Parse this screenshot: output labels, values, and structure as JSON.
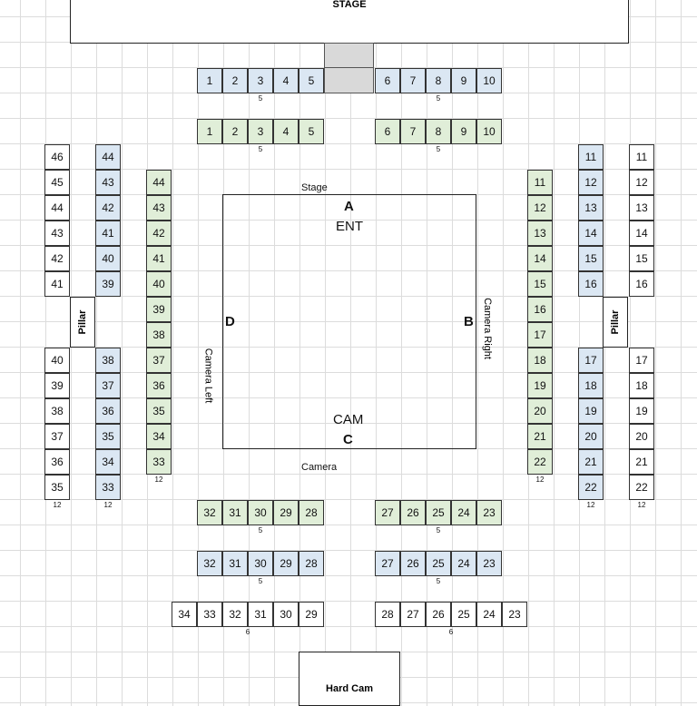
{
  "stage": {
    "label": "STAGE"
  },
  "hard_cam": {
    "label": "Hard Cam"
  },
  "floor": {
    "stage_label": "Stage",
    "camera_label": "Camera",
    "camera_left_label": "Camera Left",
    "camera_right_label": "Camera Right",
    "a": "A",
    "b": "B",
    "c": "C",
    "d": "D",
    "ent": "ENT",
    "cam": "CAM"
  },
  "pillar_label": "Pillar",
  "colors": {
    "blue": "#dbe7f3",
    "green": "#e0eed8",
    "white": "#ffffff",
    "grid": "#dcdcdc"
  },
  "sections": {
    "top_blue_left": {
      "seats": [
        "1",
        "2",
        "3",
        "4",
        "5"
      ],
      "count": "5"
    },
    "top_blue_right": {
      "seats": [
        "6",
        "7",
        "8",
        "9",
        "10"
      ],
      "count": "5"
    },
    "top_green_left": {
      "seats": [
        "1",
        "2",
        "3",
        "4",
        "5"
      ],
      "count": "5"
    },
    "top_green_right": {
      "seats": [
        "6",
        "7",
        "8",
        "9",
        "10"
      ],
      "count": "5"
    },
    "left_white_upper": {
      "seats": [
        "46",
        "45",
        "44",
        "43",
        "42",
        "41"
      ]
    },
    "left_white_lower": {
      "seats": [
        "40",
        "39",
        "38",
        "37",
        "36",
        "35"
      ],
      "count": "12"
    },
    "left_blue_upper": {
      "seats": [
        "44",
        "43",
        "42",
        "41",
        "40",
        "39"
      ]
    },
    "left_blue_lower": {
      "seats": [
        "38",
        "37",
        "36",
        "35",
        "34",
        "33"
      ],
      "count": "12"
    },
    "left_green": {
      "seats": [
        "44",
        "43",
        "42",
        "41",
        "40",
        "39",
        "38",
        "37",
        "36",
        "35",
        "34",
        "33"
      ],
      "count": "12"
    },
    "right_green": {
      "seats": [
        "11",
        "12",
        "13",
        "14",
        "15",
        "16",
        "17",
        "18",
        "19",
        "20",
        "21",
        "22"
      ],
      "count": "12"
    },
    "right_blue_upper": {
      "seats": [
        "11",
        "12",
        "13",
        "14",
        "15",
        "16"
      ]
    },
    "right_blue_lower": {
      "seats": [
        "17",
        "18",
        "19",
        "20",
        "21",
        "22"
      ],
      "count": "12"
    },
    "right_white_upper": {
      "seats": [
        "11",
        "12",
        "13",
        "14",
        "15",
        "16"
      ]
    },
    "right_white_lower": {
      "seats": [
        "17",
        "18",
        "19",
        "20",
        "21",
        "22"
      ],
      "count": "12"
    },
    "bottom_green_left": {
      "seats": [
        "32",
        "31",
        "30",
        "29",
        "28"
      ],
      "count": "5"
    },
    "bottom_green_right": {
      "seats": [
        "27",
        "26",
        "25",
        "24",
        "23"
      ],
      "count": "5"
    },
    "bottom_blue_left": {
      "seats": [
        "32",
        "31",
        "30",
        "29",
        "28"
      ],
      "count": "5"
    },
    "bottom_blue_right": {
      "seats": [
        "27",
        "26",
        "25",
        "24",
        "23"
      ],
      "count": "5"
    },
    "bottom_white_left": {
      "seats": [
        "34",
        "33",
        "32",
        "31",
        "30",
        "29"
      ],
      "count": "6"
    },
    "bottom_white_right": {
      "seats": [
        "28",
        "27",
        "26",
        "25",
        "24",
        "23"
      ],
      "count": "6"
    }
  }
}
